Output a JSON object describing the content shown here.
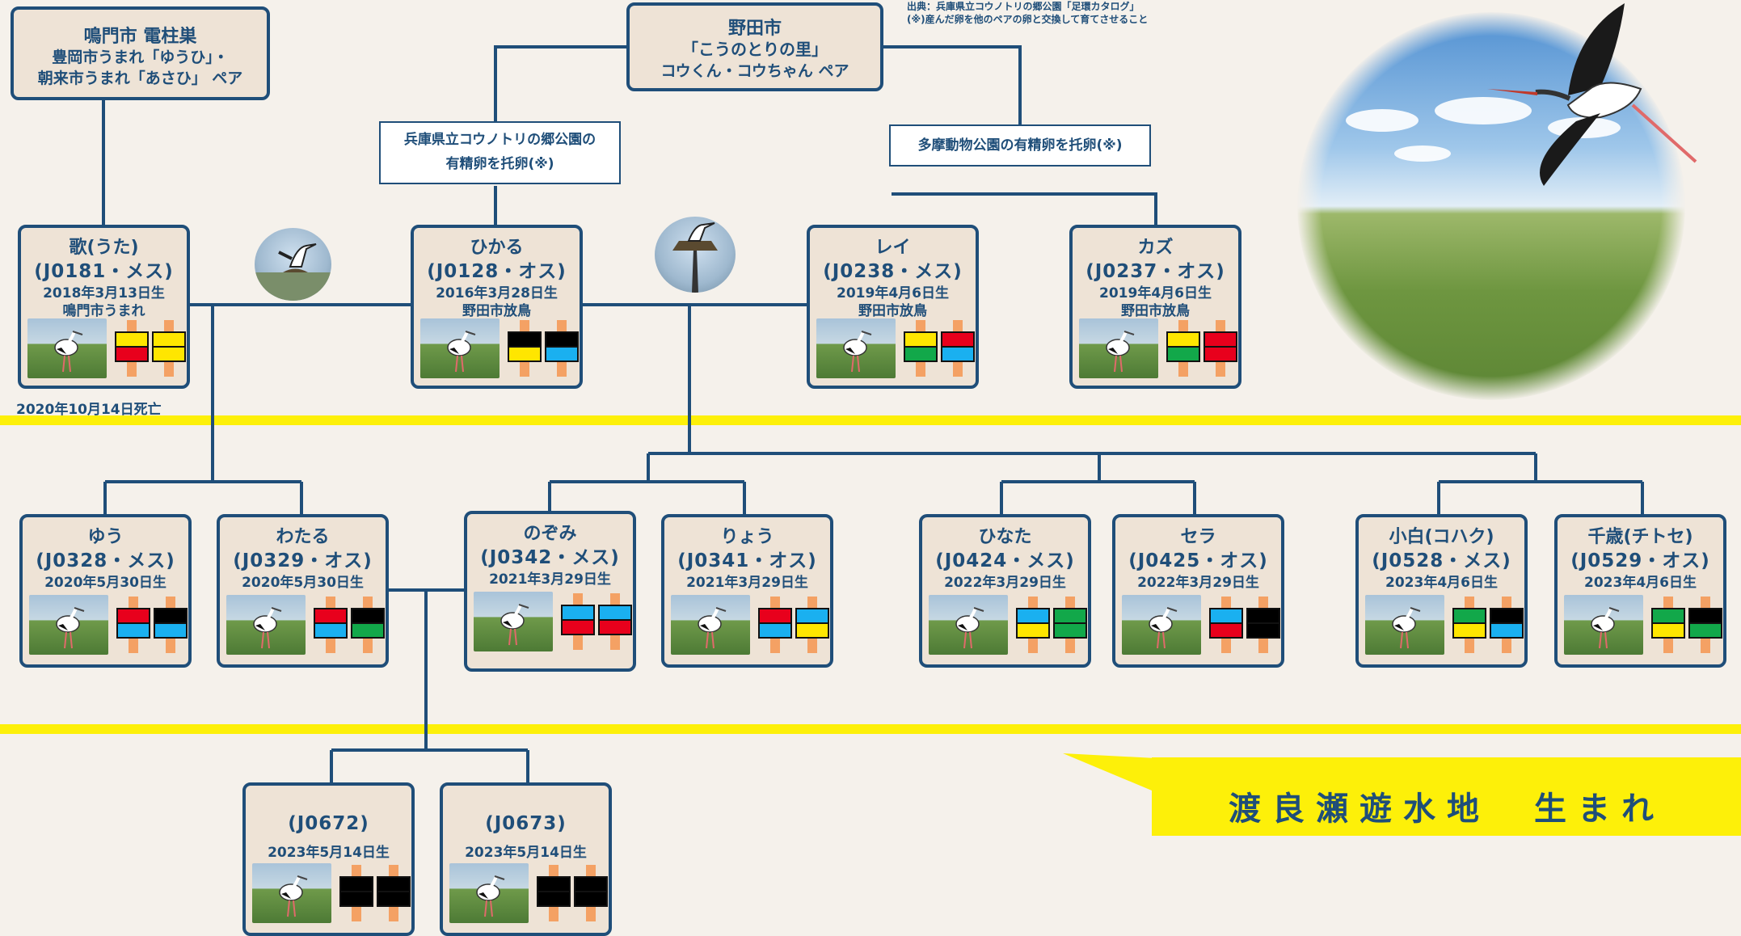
{
  "source_lines": [
    "出典：兵庫県立コウノトリの郷公園「足環カタログ」",
    "(※)産んだ卵を他のペアの卵と交換して育てさせること"
  ],
  "parents_naruto": [
    "鳴門市 電柱巣",
    "豊岡市うまれ「ゆうひ」・",
    "朝来市うまれ「あさひ」 ペア"
  ],
  "parents_noda": [
    "野田市",
    "「こうのとりの里」",
    "コウくん・コウちゃん ペア"
  ],
  "note_hyogo": [
    "兵庫県立コウノトリの郷公園の",
    "有精卵を托卵(※)"
  ],
  "note_tama": [
    "多摩動物公園の有精卵を托卵(※)"
  ],
  "death_note": "2020年10月14日死亡",
  "banner": "渡良瀬遊水地　生まれ",
  "colors": {
    "navy": "#1f4e79",
    "card_bg": "#eee3d6",
    "yellow_line": "#fdf009",
    "leg": "#f4a164",
    "band_yellow": "#ffe600",
    "band_red": "#e8001c",
    "band_blue": "#1ab0f0",
    "band_green": "#12a84a",
    "band_black": "#000000"
  },
  "birds": [
    {
      "id": "uta",
      "name": "歌(うた)",
      "code": "(J0181・メス)",
      "birth": "2018年3月13日生",
      "place": "鳴門市うまれ",
      "bands": [
        [
          "yellow",
          "red"
        ],
        [
          "yellow",
          "yellow"
        ]
      ]
    },
    {
      "id": "hikaru",
      "name": "ひかる",
      "code": "(J0128・オス)",
      "birth": "2016年3月28日生",
      "place": "野田市放鳥",
      "bands": [
        [
          "black",
          "yellow"
        ],
        [
          "black",
          "blue"
        ]
      ]
    },
    {
      "id": "rei",
      "name": "レイ",
      "code": "(J0238・メス)",
      "birth": "2019年4月6日生",
      "place": "野田市放鳥",
      "bands": [
        [
          "yellow",
          "green"
        ],
        [
          "red",
          "blue"
        ]
      ]
    },
    {
      "id": "kazu",
      "name": "カズ",
      "code": "(J0237・オス)",
      "birth": "2019年4月6日生",
      "place": "野田市放鳥",
      "bands": [
        [
          "yellow",
          "green"
        ],
        [
          "red",
          "red"
        ]
      ]
    },
    {
      "id": "yuu",
      "name": "ゆう",
      "code": "(J0328・メス)",
      "birth": "2020年5月30日生",
      "place": "",
      "bands": [
        [
          "red",
          "blue"
        ],
        [
          "black",
          "blue"
        ]
      ]
    },
    {
      "id": "wataru",
      "name": "わたる",
      "code": "(J0329・オス)",
      "birth": "2020年5月30日生",
      "place": "",
      "bands": [
        [
          "red",
          "blue"
        ],
        [
          "black",
          "green"
        ]
      ]
    },
    {
      "id": "nozomi",
      "name": "のぞみ",
      "code": "(J0342・メス)",
      "birth": "2021年3月29日生",
      "place": "",
      "bands": [
        [
          "blue",
          "red"
        ],
        [
          "blue",
          "red"
        ]
      ]
    },
    {
      "id": "ryou",
      "name": "りょう",
      "code": "(J0341・オス)",
      "birth": "2021年3月29日生",
      "place": "",
      "bands": [
        [
          "red",
          "blue"
        ],
        [
          "blue",
          "yellow"
        ]
      ]
    },
    {
      "id": "hinata",
      "name": "ひなた",
      "code": "(J0424・メス)",
      "birth": "2022年3月29日生",
      "place": "",
      "bands": [
        [
          "blue",
          "yellow"
        ],
        [
          "green",
          "green"
        ]
      ]
    },
    {
      "id": "sera",
      "name": "セラ",
      "code": "(J0425・オス)",
      "birth": "2022年3月29日生",
      "place": "",
      "bands": [
        [
          "blue",
          "red"
        ],
        [
          "black",
          "black"
        ]
      ]
    },
    {
      "id": "kohaku",
      "name": "小白(コハク)",
      "code": "(J0528・メス)",
      "birth": "2023年4月6日生",
      "place": "",
      "bands": [
        [
          "green",
          "yellow"
        ],
        [
          "black",
          "blue"
        ]
      ]
    },
    {
      "id": "chitose",
      "name": "千歳(チトセ)",
      "code": "(J0529・オス)",
      "birth": "2023年4月6日生",
      "place": "",
      "bands": [
        [
          "green",
          "yellow"
        ],
        [
          "black",
          "green"
        ]
      ]
    },
    {
      "id": "j0672",
      "name": "",
      "code": "(J0672)",
      "birth": "2023年5月14日生",
      "place": "",
      "bands": [
        [
          "black",
          "black"
        ],
        [
          "black",
          "black"
        ]
      ]
    },
    {
      "id": "j0673",
      "name": "",
      "code": "(J0673)",
      "birth": "2023年5月14日生",
      "place": "",
      "bands": [
        [
          "black",
          "black"
        ],
        [
          "black",
          "black"
        ]
      ]
    }
  ]
}
